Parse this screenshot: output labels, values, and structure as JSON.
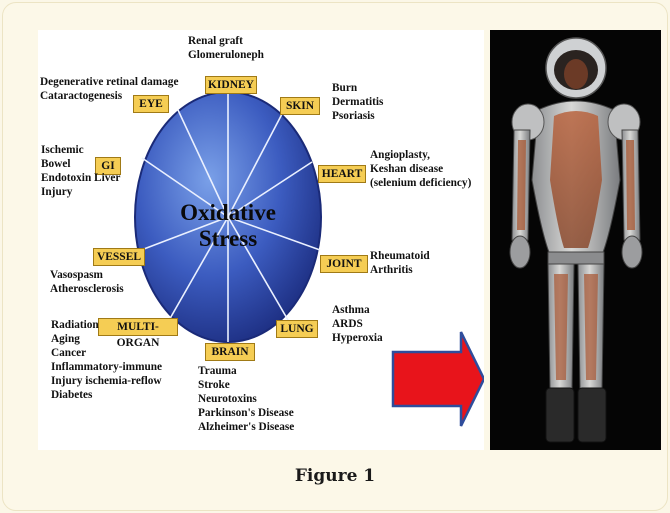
{
  "center": "Oxidative Stress",
  "organs": {
    "kidney": "KIDNEY",
    "eye": "EYE",
    "skin": "SKIN",
    "gi": "GI",
    "heart": "HEART",
    "vessel": "VESSEL",
    "joint": "JOINT",
    "multi_organ": "MULTI-ORGAN",
    "lung": "LUNG",
    "brain": "BRAIN"
  },
  "notes": {
    "kidney": [
      "Renal graft",
      "Glomeruloneph"
    ],
    "eye": [
      "Degenerative retinal damage",
      "Cataractogenesis"
    ],
    "skin": [
      "Burn",
      "Dermatitis",
      "Psoriasis"
    ],
    "gi": [
      "Ischemic",
      "Bowel",
      "Endotoxin Liver",
      "Injury"
    ],
    "heart": [
      "Angioplasty,",
      "Keshan disease",
      "(selenium deficiency)"
    ],
    "vessel": [
      "Vasospasm",
      "Atherosclerosis"
    ],
    "joint": [
      "Rheumatoid",
      "Arthritis"
    ],
    "multi_organ": [
      "Radiation",
      "Aging",
      "Cancer",
      "Inflammatory-immune",
      "Injury ischemia-reflow",
      "Diabetes"
    ],
    "lung": [
      "Asthma",
      "ARDS",
      "Hyperoxia"
    ],
    "brain": [
      "Trauma",
      "Stroke",
      "Neurotoxins",
      "Parkinson's Disease",
      "Alzheimer's Disease"
    ]
  },
  "colors": {
    "circle_outer": "#2b3f9a",
    "circle_inner": "#5a7fd0",
    "box_fill": "#f5cd54",
    "arrow_fill": "#e8141b",
    "arrow_stroke": "#2f4d9c"
  },
  "caption": "Figure 1"
}
